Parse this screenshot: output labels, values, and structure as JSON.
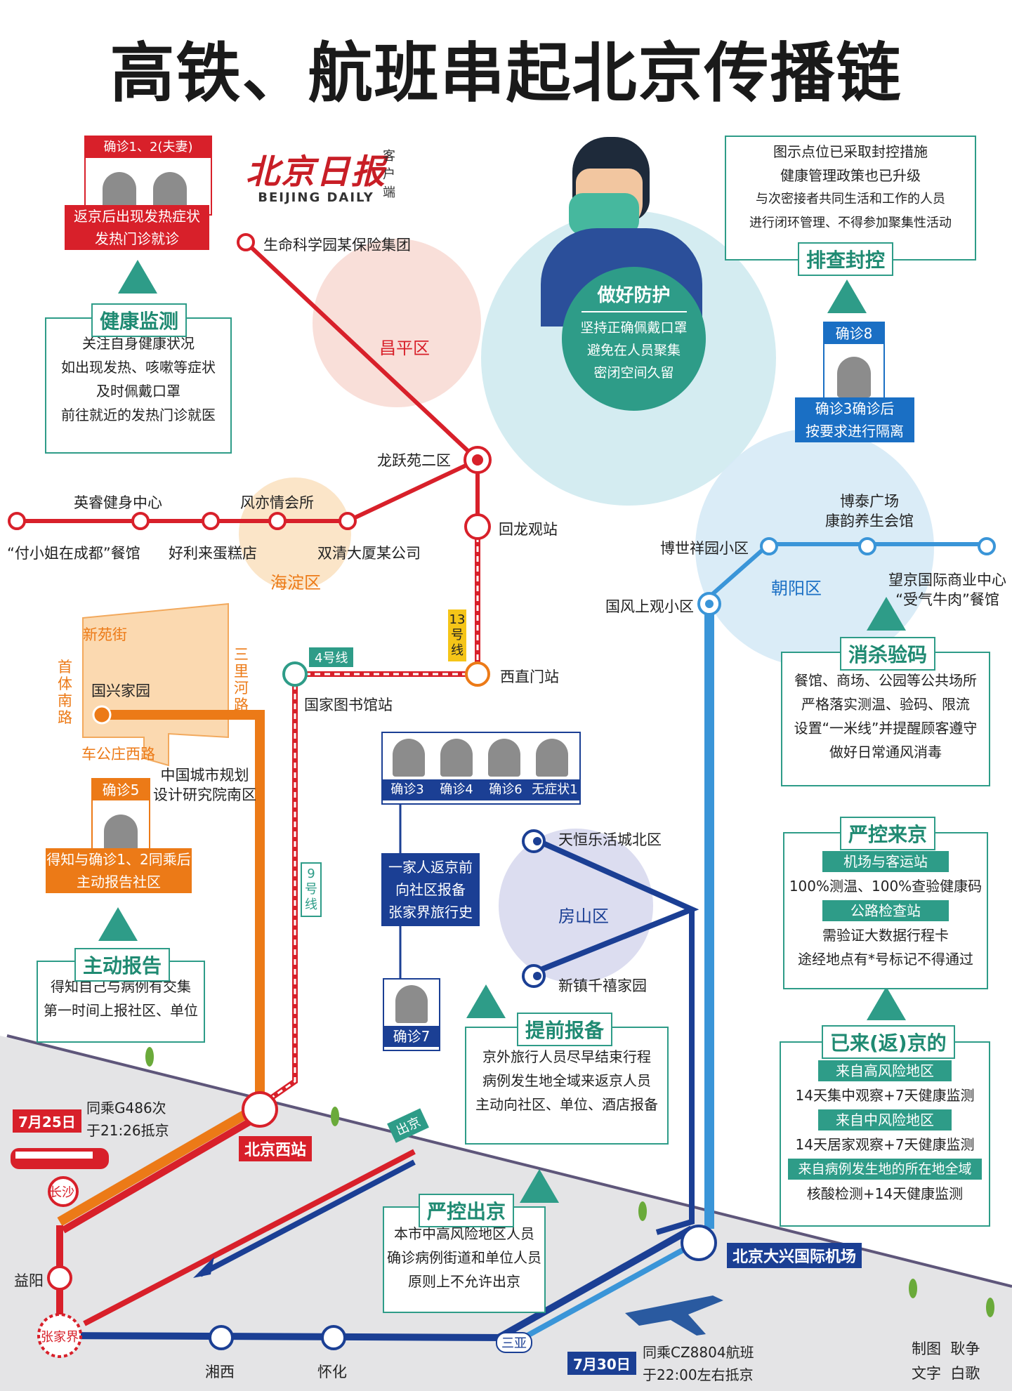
{
  "title": "高铁、航班串起北京传播链",
  "logo": {
    "name": "北京日报",
    "sub": "客户端",
    "en": "BEIJING DAILY"
  },
  "districts": {
    "changping": "昌平区",
    "haidian": "海淀区",
    "chaoyang": "朝阳区",
    "fangshan": "房山区"
  },
  "stations": {
    "shengming": "生命科学园某保险集团",
    "longyueyuan": "龙跃苑二区",
    "huilongguan": "回龙观站",
    "xizhimen": "西直门站",
    "guojiatushuguan": "国家图书馆站",
    "yingrui": "英睿健身中心",
    "fuxiaojie": "“付小姐在成都”餐馆",
    "haoliilai": "好利来蛋糕店",
    "fengyiqing": "风亦情会所",
    "shuangqing": "双清大厦某公司",
    "xinyuanjie": "新苑街",
    "shoutinanlu": "首体南路",
    "sanlihelu": "三里河路",
    "guoxingjiayuan": "国兴家园",
    "chegongzhuangxilu": "车公庄西路",
    "zhongguochengshi": "中国城市规划\n设计研究院南区",
    "bobaoxiangyuan": "博世祥园小区",
    "botai": "博泰广场\n康韵养生会馆",
    "wangjing": "望京国际商业中心\n“受气牛肉”餐馆",
    "guofeng": "国风上观小区",
    "tianheng": "天恒乐活城北区",
    "xinzhen": "新镇千禧家园",
    "beijingxi": "北京西站",
    "daxing": "北京大兴国际机场",
    "changsha": "长沙",
    "yiyang": "益阳",
    "zhangjiajie": "张家界",
    "xiangxi": "湘西",
    "huaihua": "怀化",
    "sanya": "三亚"
  },
  "lines": {
    "l13": "13号线",
    "l4": "4号线",
    "l9": "9号线",
    "exit_sign": "出京"
  },
  "cases": {
    "c12_label": "确诊1、2(夫妻)",
    "c12_note1": "返京后出现发热症状",
    "c12_note2": "发热门诊就诊",
    "c5_label": "确诊5",
    "c5_note1": "得知与确诊1、2同乘后",
    "c5_note2": "主动报告社区",
    "c8_label": "确诊8",
    "c8_note1": "确诊3确诊后",
    "c8_note2": "按要求进行隔离",
    "family": [
      "确诊3",
      "确诊4",
      "确诊6",
      "无症状1"
    ],
    "family_note": [
      "一家人返京前",
      "向社区报备",
      "张家界旅行史"
    ],
    "c7_label": "确诊7"
  },
  "trips": {
    "train_date": "7月25日",
    "train_text": [
      "同乘G486次",
      "于21:26抵京"
    ],
    "flight_date": "7月30日",
    "flight_text": [
      "同乘CZ8804航班",
      "于22:00左右抵京"
    ]
  },
  "protect": {
    "title": "做好防护",
    "lines": [
      "坚持正确佩戴口罩",
      "避免在人员聚集",
      "密闭空间久留"
    ]
  },
  "health": {
    "title": "健康监测",
    "lines": [
      "关注自身健康状况",
      "如出现发热、咳嗽等症状",
      "及时佩戴口罩",
      "前往就近的发热门诊就医"
    ]
  },
  "screening": {
    "title": "排查封控",
    "lines": [
      "图示点位已采取封控措施",
      "健康管理政策也已升级",
      "与次密接者共同生活和工作的人员",
      "进行闭环管理、不得参加聚集性活动"
    ]
  },
  "disinfect": {
    "title": "消杀验码",
    "lines": [
      "餐馆、商场、公园等公共场所",
      "严格落实测温、验码、限流",
      "设置“一米线”并提醒顾客遵守",
      "做好日常通风消毒"
    ]
  },
  "entry": {
    "title": "严控来京",
    "tag1": "机场与客运站",
    "line1": "100%测温、100%查验健康码",
    "tag2": "公路检查站",
    "line2": "需验证大数据行程卡",
    "line3": "途经地点有*号标记不得通过"
  },
  "report": {
    "title": "主动报告",
    "lines": [
      "得知自己与病例有交集",
      "第一时间上报社区、单位"
    ]
  },
  "advance": {
    "title": "提前报备",
    "lines": [
      "京外旅行人员尽早结束行程",
      "病例发生地全域来返京人员",
      "主动向社区、单位、酒店报备"
    ]
  },
  "returned": {
    "title": "已来(返)京的",
    "tag1": "来自高风险地区",
    "line1": "14天集中观察+7天健康监测",
    "tag2": "来自中风险地区",
    "line2": "14天居家观察+7天健康监测",
    "tag3": "来自病例发生地的所在地全域",
    "line3": "核酸检测+14天健康监测"
  },
  "exitctl": {
    "title": "严控出京",
    "lines": [
      "本市中高风险地区人员",
      "确诊病例街道和单位人员",
      "原则上不允许出京"
    ]
  },
  "credits": {
    "graphic": "制图  耿争",
    "text": "文字  白歌"
  },
  "colors": {
    "red": "#d8202a",
    "orange": "#ec7a17",
    "blue": "#1a6fc4",
    "navy": "#1b3f94",
    "teal": "#2e9c88",
    "airport_blue": "#3a95d8"
  }
}
